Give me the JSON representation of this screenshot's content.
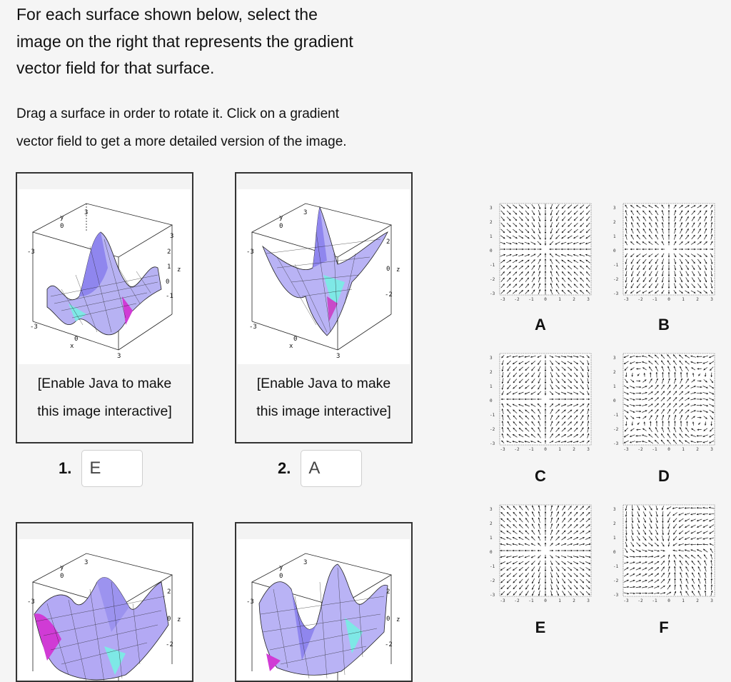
{
  "question": {
    "line1": "For each surface shown below, select the",
    "line2": "image on the right that represents the gradient",
    "line3": "vector field for that surface."
  },
  "instructions": {
    "line1": "Drag a surface in order to rotate it. Click on a gradient",
    "line2": "vector field to get a more detailed version of the image."
  },
  "surfaces": [
    {
      "caption1": "[Enable Java to make",
      "caption2": "this image interactive]",
      "number": "1.",
      "answer": "E",
      "axes": {
        "y": "y",
        "y0": "0",
        "y3": "3",
        "xm3": "-3",
        "xm3b": "-3",
        "x": "x",
        "x0": "0",
        "x3": "3",
        "z": "z",
        "t3": "3",
        "t2": "2",
        "t1": "1",
        "t0": "0",
        "tm1": "-1"
      }
    },
    {
      "caption1": "[Enable Java to make",
      "caption2": "this image interactive]",
      "number": "2.",
      "answer": "A",
      "axes": {
        "y": "y",
        "y0": "0",
        "y3": "3",
        "xm3": "-3",
        "xm3b": "-3",
        "x": "x",
        "x0": "0",
        "x3": "3",
        "z": "z",
        "t2": "2",
        "t0": "0",
        "tm2": "-2"
      }
    },
    {
      "axes": {
        "y": "y",
        "y0": "0",
        "y3": "3",
        "xm3": "-3",
        "z": "z",
        "t2": "2",
        "t0": "0",
        "tm2": "-2"
      }
    },
    {
      "axes": {
        "y": "y",
        "y0": "0",
        "y3": "3",
        "xm3": "-3",
        "z": "z",
        "t2": "2",
        "t0": "0",
        "tm2": "-2"
      }
    }
  ],
  "fields": [
    {
      "label": "A"
    },
    {
      "label": "B"
    },
    {
      "label": "C"
    },
    {
      "label": "D"
    },
    {
      "label": "E"
    },
    {
      "label": "F"
    }
  ],
  "field_ticks": {
    "left": [
      "3",
      "2",
      "1",
      "0",
      "-1",
      "-2",
      "-3"
    ],
    "bottom": [
      "-3",
      "-2",
      "-1",
      "0",
      "1",
      "2",
      "3"
    ]
  },
  "colors": {
    "surface_light": "#c9c6f5",
    "surface_mid": "#9a8cf0",
    "surface_dark": "#d03bd5",
    "surface_cyan": "#7ee8e6",
    "mesh": "#222222"
  }
}
